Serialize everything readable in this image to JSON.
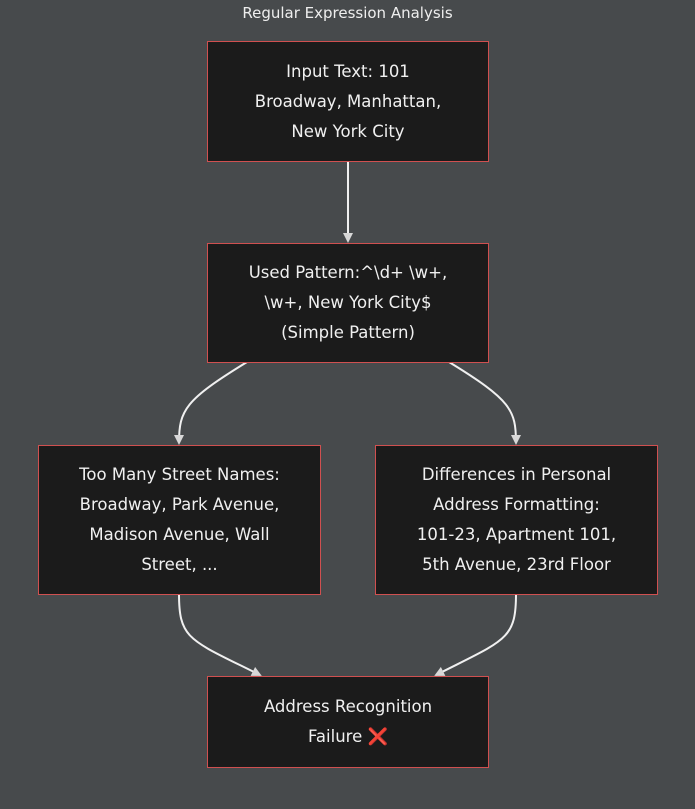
{
  "title": "Regular Expression Analysis",
  "nodes": {
    "input": "Input Text: 101\nBroadway, Manhattan,\nNew York City",
    "pattern": "Used Pattern:^\\d+ \\w+,\n\\w+, New York City$\n(Simple Pattern)",
    "streets": "Too Many Street Names:\nBroadway, Park Avenue,\nMadison Avenue, Wall\nStreet, ...",
    "formatting": "Differences in Personal\nAddress Formatting:\n101-23, Apartment 101,\n5th Avenue, 23rd Floor",
    "failure": "Address Recognition\nFailure",
    "failure_icon": "❌"
  },
  "colors": {
    "background": "#474a4c",
    "node_fill": "#1b1b1b",
    "node_border": "#d05050",
    "edge": "#f0f0f0"
  }
}
